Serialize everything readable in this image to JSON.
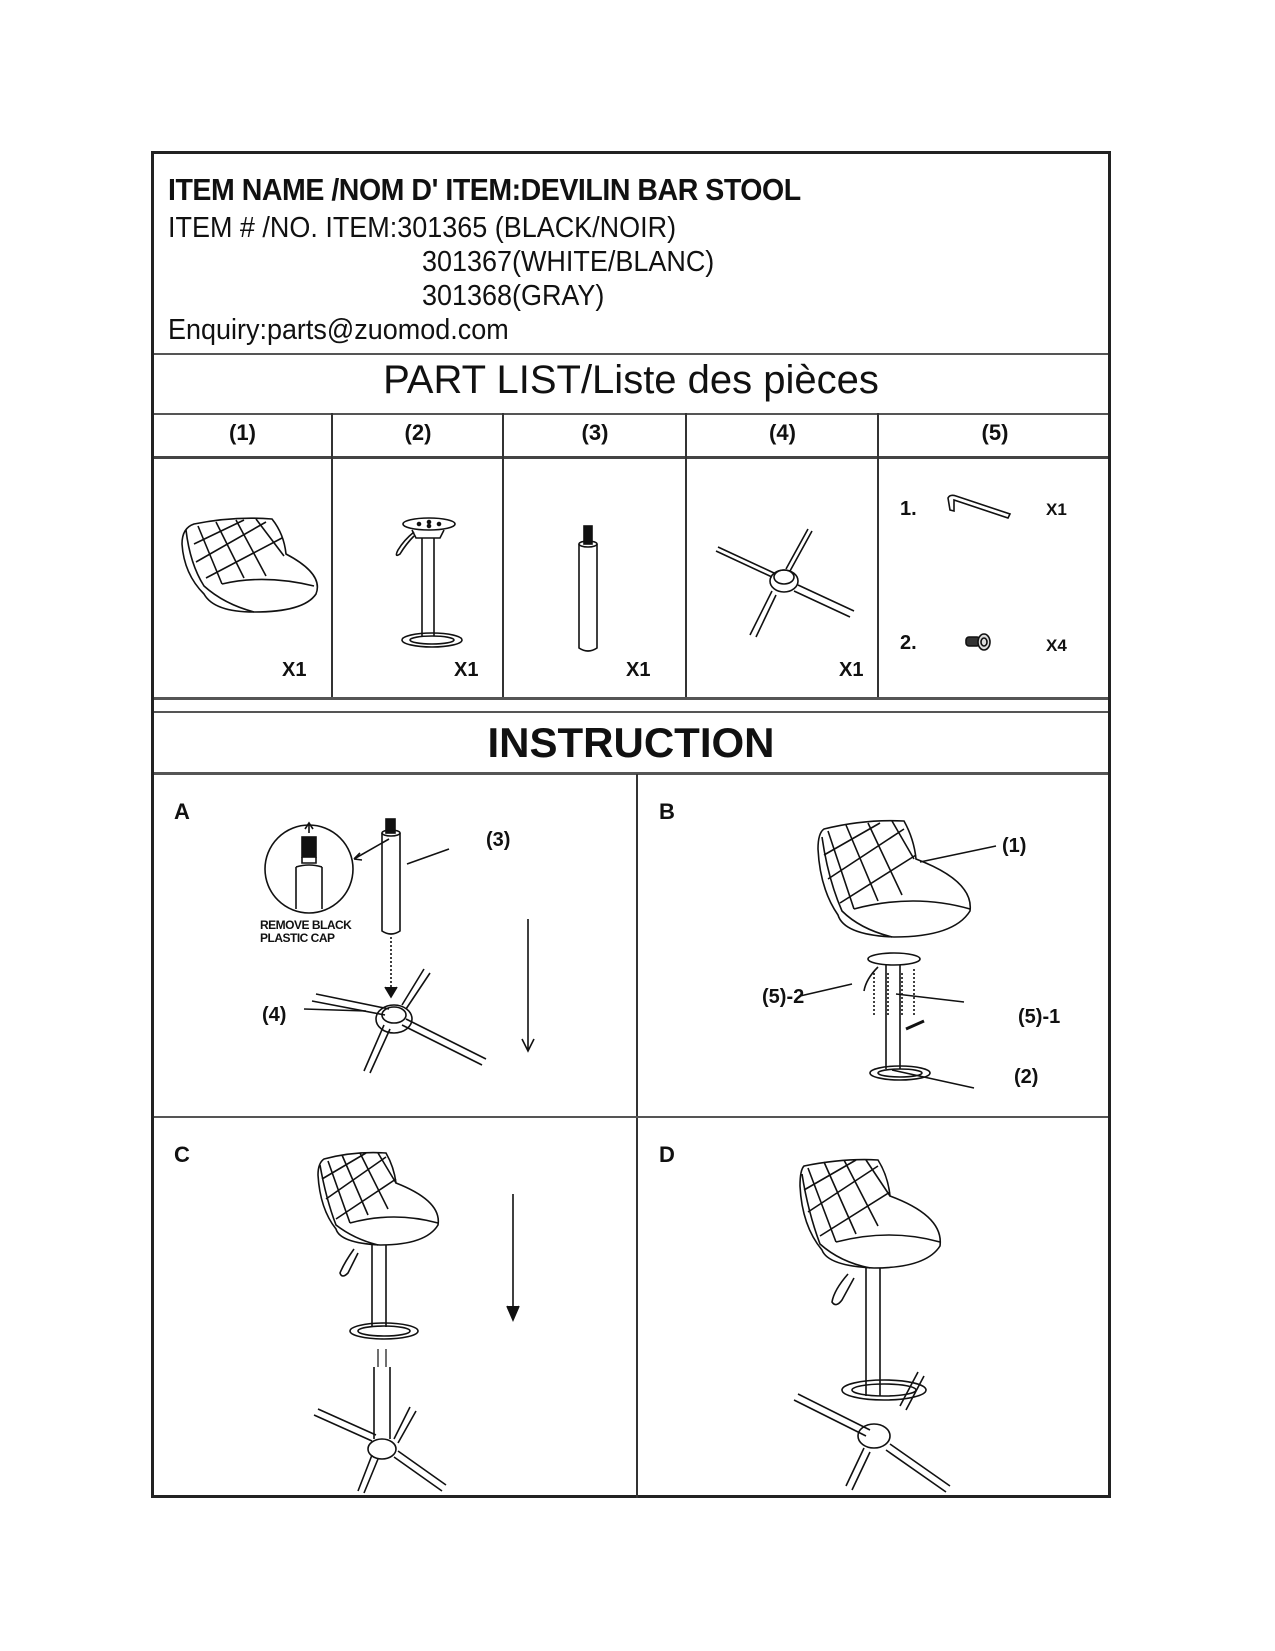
{
  "header": {
    "item_name": "ITEM NAME /NOM D' ITEM:DEVILIN  BAR STOOL",
    "item_numbers": [
      "ITEM # /NO. ITEM:301365 (BLACK/NOIR)",
      "301367(WHITE/BLANC)",
      "301368(GRAY)"
    ],
    "enquiry": "Enquiry:parts@zuomod.com"
  },
  "part_list": {
    "title": "PART LIST/Liste des pièces",
    "columns": [
      {
        "label": "(1)",
        "part": "seat-icon",
        "qty": "X1"
      },
      {
        "label": "(2)",
        "part": "gas-lift-with-footrest-icon",
        "qty": "X1"
      },
      {
        "label": "(3)",
        "part": "column-tube-icon",
        "qty": "X1"
      },
      {
        "label": "(4)",
        "part": "base-star-icon",
        "qty": "X1"
      },
      {
        "label": "(5)",
        "hardware": [
          {
            "index": "1.",
            "part": "allen-key-icon",
            "qty": "X1"
          },
          {
            "index": "2.",
            "part": "bolt-icon",
            "qty": "X4"
          }
        ]
      }
    ]
  },
  "instruction": {
    "title": "INSTRUCTION",
    "steps": [
      {
        "label": "A",
        "callouts": [
          "(3)",
          "(4)"
        ],
        "note": "REMOVE BLACK PLASTIC CAP"
      },
      {
        "label": "B",
        "callouts": [
          "(1)",
          "(5)-2",
          "(5)-1",
          "(2)"
        ]
      },
      {
        "label": "C",
        "callouts": []
      },
      {
        "label": "D",
        "callouts": []
      }
    ]
  }
}
